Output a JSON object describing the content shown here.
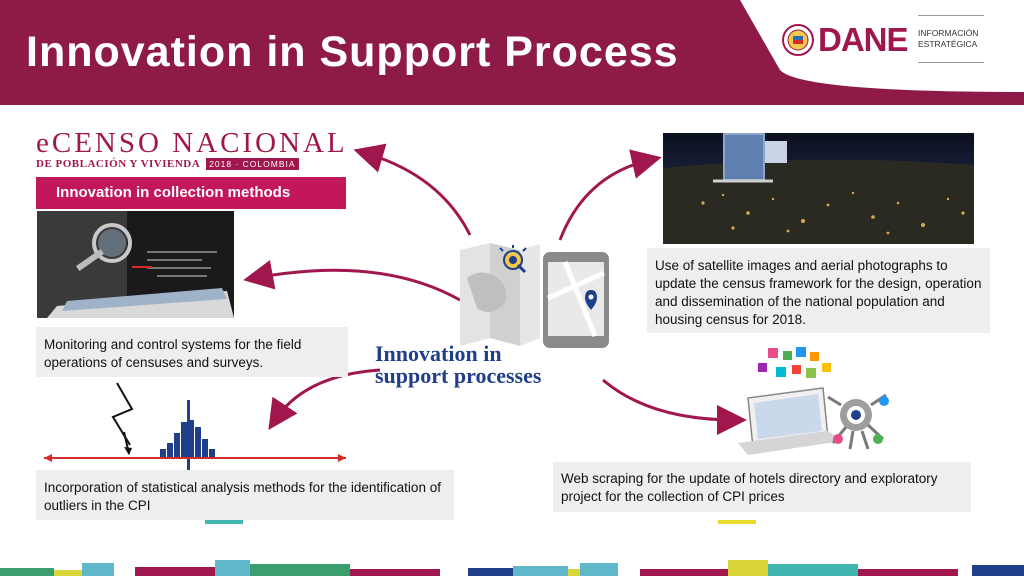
{
  "header": {
    "title": "Innovation in Support Process",
    "bg_color": "#8e1a48"
  },
  "logo": {
    "brand": "DANE",
    "sub_line1": "INFORMACIÓN",
    "sub_line2": "ESTRATÉGICA",
    "seal_icon": "colombia-coat-of-arms-icon"
  },
  "left_top": {
    "ecenso_title": "eCENSO NACIONAL",
    "ecenso_subtitle": "DE POBLACIÓN Y VIVIENDA",
    "ecenso_year": "2018 · COLOMBIA",
    "banner": "Innovation in collection methods"
  },
  "center": {
    "line1": "Innovation in",
    "line2": "support processes"
  },
  "boxes": {
    "monitoring": "Monitoring and control systems for the field operations of censuses and surveys.",
    "statistical": "Incorporation of statistical analysis methods for the identification of outliers in the CPI",
    "satellite": "Use of satellite images and aerial photographs to update the census framework for the design, operation and dissemination of the national population and housing census for 2018.",
    "webscraping": "Web scraping for the update of hotels directory and exploratory project for the collection of CPI prices"
  },
  "colors": {
    "accent": "#a0174d",
    "banner": "#c2185b",
    "arrow": "#a0174d",
    "center_text": "#1f3f8a",
    "box_bg": "#eeeeee"
  }
}
